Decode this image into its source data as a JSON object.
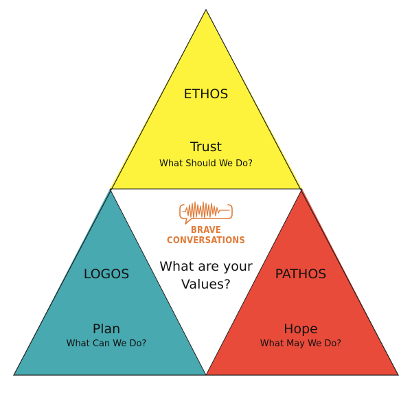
{
  "colors": {
    "ethos": "#fdf33c",
    "logos": "#48a9b0",
    "pathos": "#e94b3a",
    "center": "#ffffff",
    "outline": "#222222",
    "logo": "#e07b39"
  },
  "ethos": {
    "title": "ETHOS",
    "value": "Trust",
    "question": "What Should We Do?"
  },
  "logos": {
    "title": "LOGOS",
    "value": "Plan",
    "question": "What Can We Do?"
  },
  "pathos": {
    "title": "PATHOS",
    "value": "Hope",
    "question": "What May We Do?"
  },
  "center": {
    "question_line1": "What are your",
    "question_line2": "Values?"
  },
  "logo": {
    "line1": "BRAVE",
    "line2": "CONVERSATIONS",
    "icon": "soundwave-speech-bubble-icon"
  }
}
